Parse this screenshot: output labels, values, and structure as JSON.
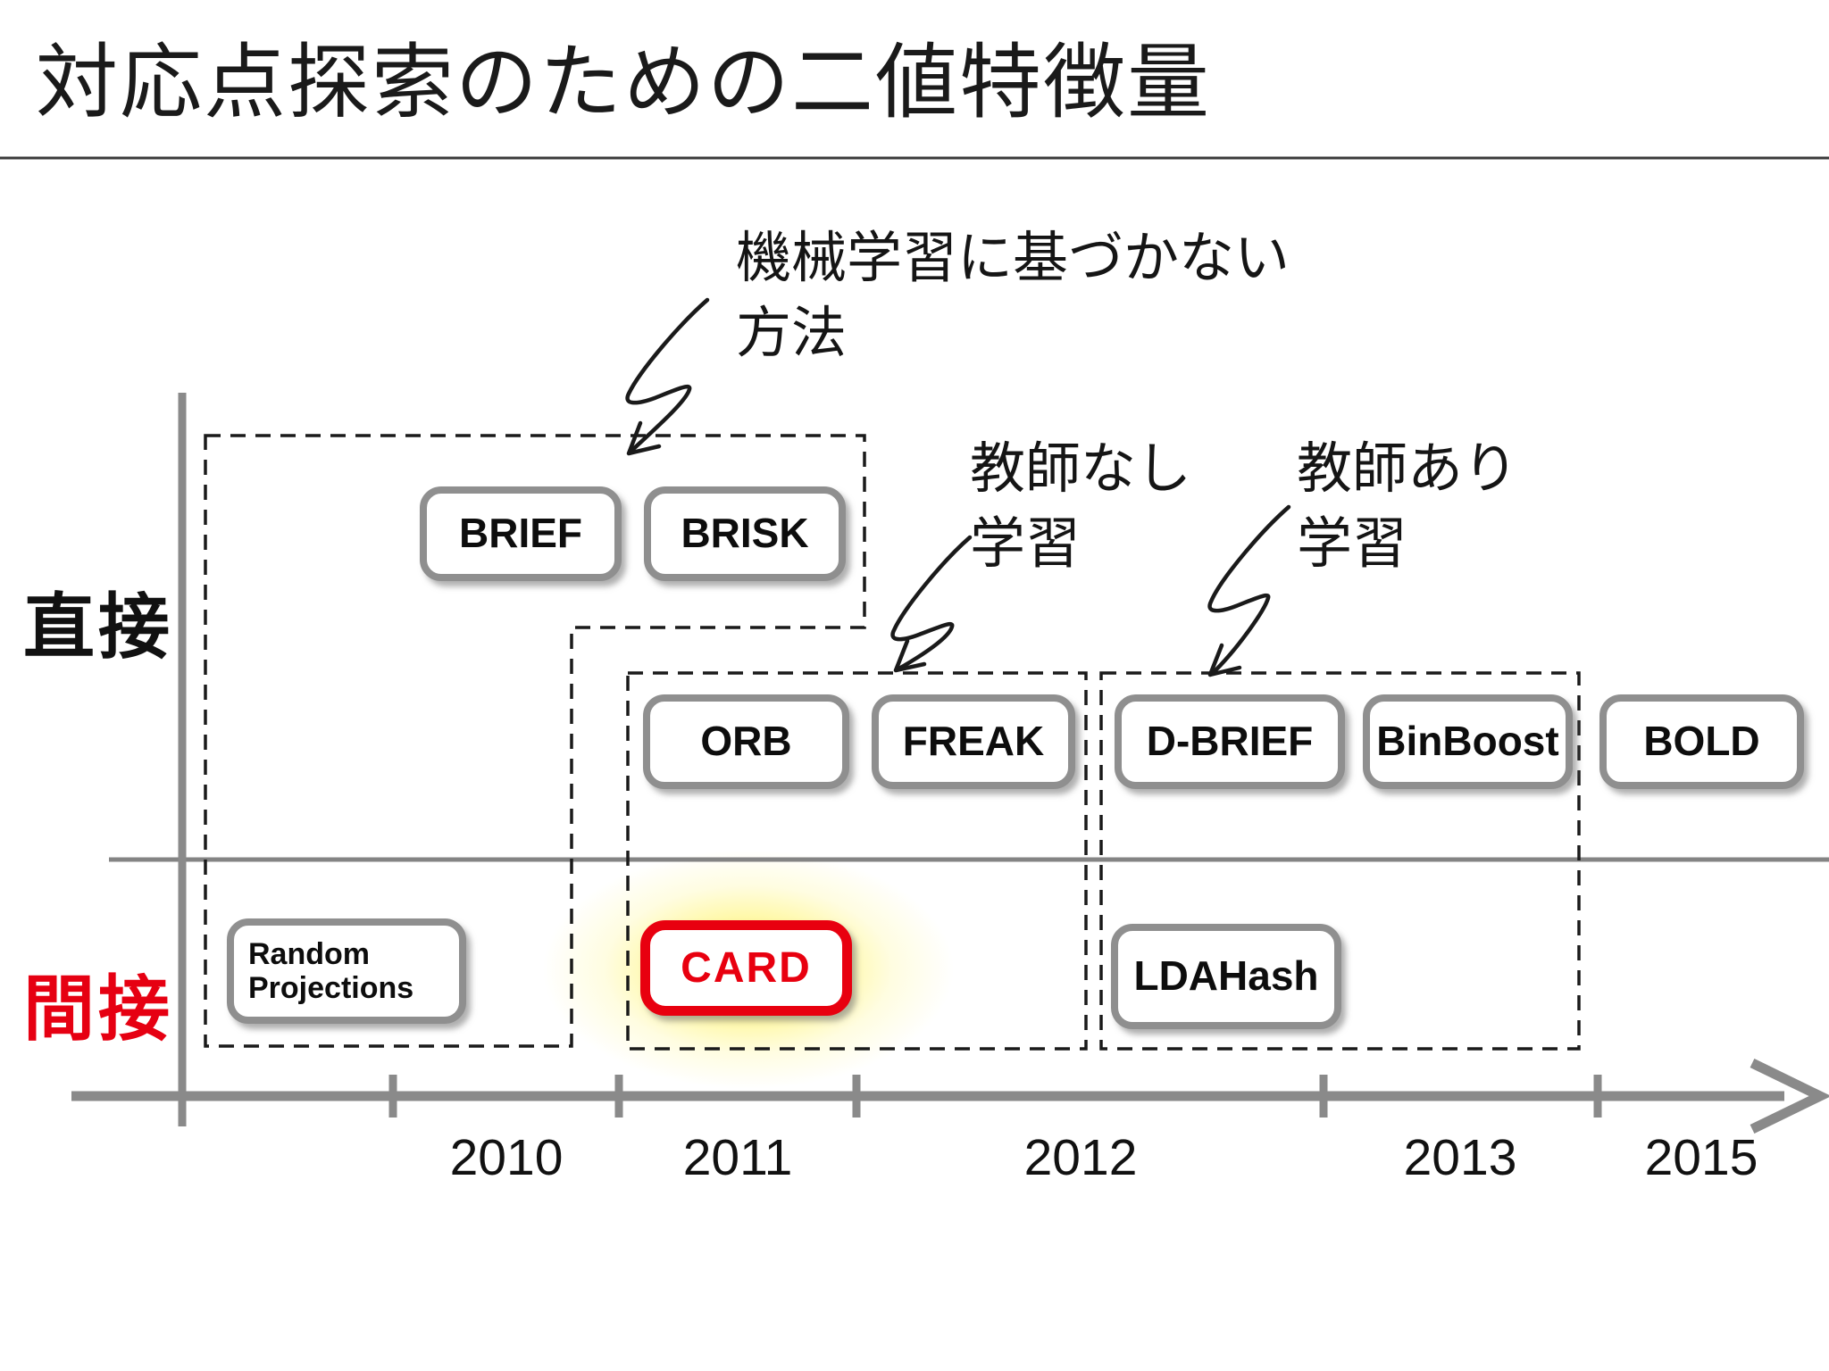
{
  "slide": {
    "title": "対応点探索のための二値特徴量",
    "colors": {
      "accent_red": "#e8000f",
      "glow_yellow": "#fff176",
      "box_border_gray": "#8f8f8f",
      "axis_gray": "#8a8a8a",
      "dashed_line": "#1a1a1a"
    },
    "row_labels": {
      "direct": "直接",
      "indirect": "間接"
    }
  },
  "annotations": {
    "non_ml": "機械学習に基づかない\n方法",
    "unsupervised": "教師なし\n学習",
    "supervised": "教師あり\n学習"
  },
  "methods": [
    {
      "label": "BRIEF",
      "row": "direct",
      "group": "non_ml"
    },
    {
      "label": "BRISK",
      "row": "direct",
      "group": "non_ml"
    },
    {
      "label": "ORB",
      "row": "direct",
      "group": "unsupervised"
    },
    {
      "label": "FREAK",
      "row": "direct",
      "group": "unsupervised"
    },
    {
      "label": "D-BRIEF",
      "row": "direct",
      "group": "supervised"
    },
    {
      "label": "BinBoost",
      "row": "direct",
      "group": "supervised"
    },
    {
      "label": "BOLD",
      "row": "direct",
      "group": "ungrouped"
    },
    {
      "label": "Random\nProjections",
      "row": "indirect",
      "group": "non_ml"
    },
    {
      "label": "CARD",
      "row": "indirect",
      "group": "unsupervised",
      "highlight": true
    },
    {
      "label": "LDAHash",
      "row": "indirect",
      "group": "supervised"
    }
  ],
  "timeline": {
    "years": [
      "2010",
      "2011",
      "2012",
      "2013",
      "2015"
    ]
  }
}
